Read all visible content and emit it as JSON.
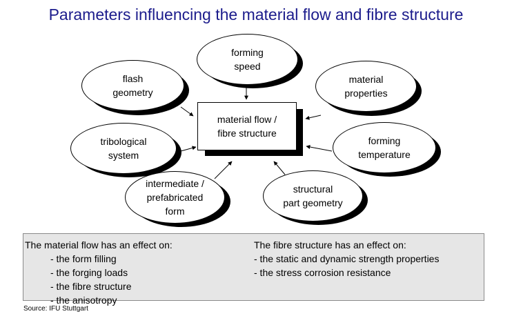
{
  "title": "Parameters influencing the material flow and fibre structure",
  "center": "material flow /\nfibre structure",
  "ellipses": {
    "forming_speed": "forming\nspeed",
    "flash_geometry": "flash\ngeometry",
    "material_properties": "material\nproperties",
    "tribological_system": "tribological\nsystem",
    "forming_temperature": "forming\ntemperature",
    "intermediate_form": "intermediate /\nprefabricated\nform",
    "structural_geometry": "structural\npart geometry"
  },
  "material_flow_effects": {
    "heading": "The material flow has an effect on:",
    "items": [
      "- the form filling",
      "- the forging loads",
      "- the fibre structure",
      "- the anisotropy"
    ]
  },
  "fibre_structure_effects": {
    "heading": "The fibre structure has an effect on:",
    "items": [
      "- the static and dynamic strength properties",
      "- the stress corrosion resistance"
    ]
  },
  "source": "Source: IFU Stuttgart"
}
